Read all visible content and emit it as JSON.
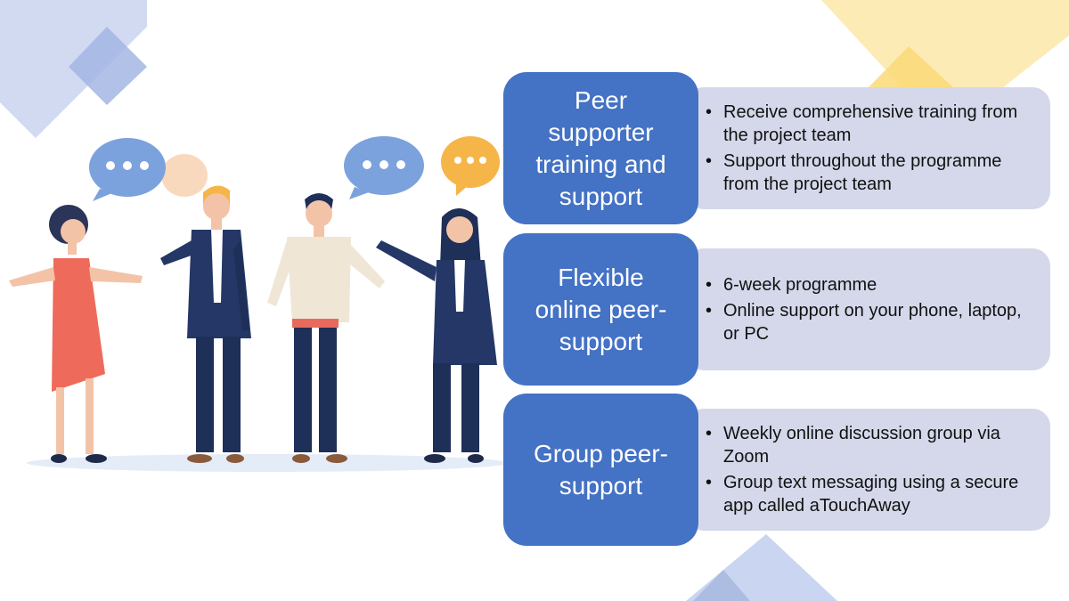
{
  "colors": {
    "heading_box": "#4472c4",
    "detail_box": "#d4d8ea",
    "deco_blue": "#b4c4e8",
    "deco_yellow": "#fde7a6"
  },
  "illustration": {
    "icon": "people-talking-illustration"
  },
  "rows": [
    {
      "heading": "Peer supporter training and support",
      "bullets": [
        "Receive comprehensive training from the project team",
        "Support throughout the programme from the project team"
      ]
    },
    {
      "heading": "Flexible online peer-support",
      "bullets": [
        "6-week programme",
        "Online support on your phone, laptop, or PC"
      ]
    },
    {
      "heading": "Group peer-support",
      "bullets": [
        "Weekly online discussion group via Zoom",
        "Group text messaging using a secure app called aTouchAway"
      ]
    }
  ]
}
